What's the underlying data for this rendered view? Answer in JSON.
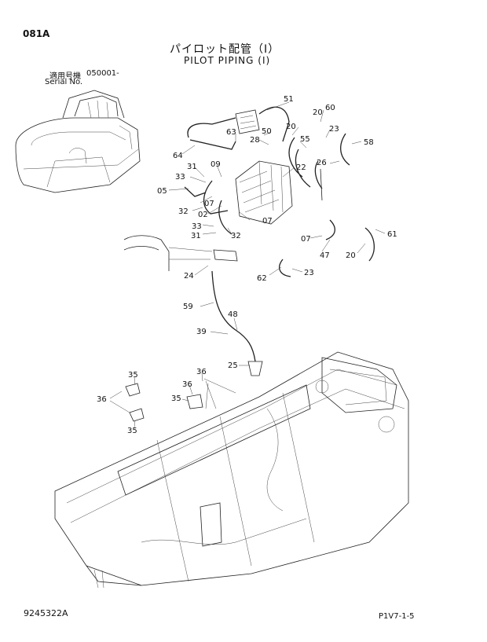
{
  "header": {
    "code": "081A",
    "title_jp": "パイロット配管（Ⅰ）",
    "title_en": "PILOT PIPING (I)",
    "serial_label_jp": "適用号機",
    "serial_label_en": "Serial No.",
    "serial_value": "050001-"
  },
  "callouts": {
    "c51": "51",
    "c60": "60",
    "c20a": "20",
    "c50": "50",
    "c20b": "20",
    "c23a": "23",
    "c63": "63",
    "c28": "28",
    "c55": "55",
    "c26": "26",
    "c58": "58",
    "c64": "64",
    "c09": "09",
    "c31a": "31",
    "c33a": "33",
    "c22": "22",
    "c05": "05",
    "c07a": "07",
    "c32a": "32",
    "c02": "02",
    "c07b": "07",
    "c33b": "33",
    "c31b": "31",
    "c32b": "32",
    "c07c": "07",
    "c61": "61",
    "c47": "47",
    "c20c": "20",
    "c62": "62",
    "c23b": "23",
    "c24": "24",
    "c59": "59",
    "c48": "48",
    "c39": "39",
    "c25": "25",
    "c35a": "35",
    "c36a": "36",
    "c36b": "36",
    "c35b": "35",
    "c36c": "36",
    "c35c": "35"
  },
  "footer": {
    "doc_number": "9245322A",
    "page_ref": "P1V7-1-5"
  }
}
